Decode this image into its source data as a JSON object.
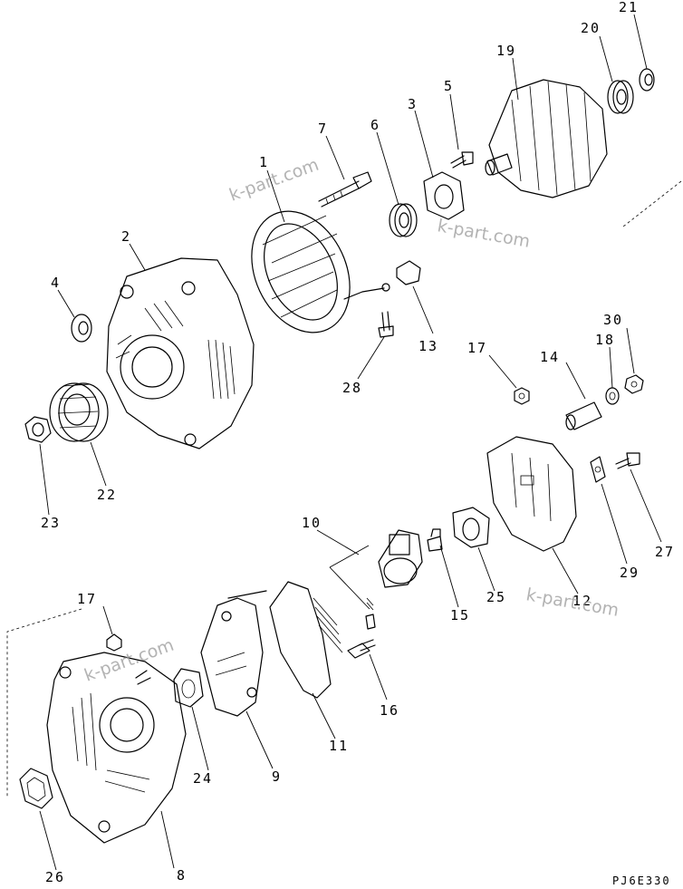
{
  "callouts": {
    "c1": "1",
    "c2": "2",
    "c3": "3",
    "c4": "4",
    "c5": "5",
    "c6": "6",
    "c7": "7",
    "c8": "8",
    "c9": "9",
    "c10": "10",
    "c11": "11",
    "c12": "12",
    "c13": "13",
    "c14": "14",
    "c15": "15",
    "c16": "16",
    "c17a": "17",
    "c17b": "17",
    "c18": "18",
    "c19": "19",
    "c20": "20",
    "c21": "21",
    "c22": "22",
    "c23": "23",
    "c24": "24",
    "c25": "25",
    "c26": "26",
    "c27": "27",
    "c28": "28",
    "c29": "29",
    "c30": "30"
  },
  "watermarks": [
    "k-part.com",
    "k-part.com",
    "k-part.com",
    "k-part.com"
  ],
  "drawing_code": "PJ6E330"
}
